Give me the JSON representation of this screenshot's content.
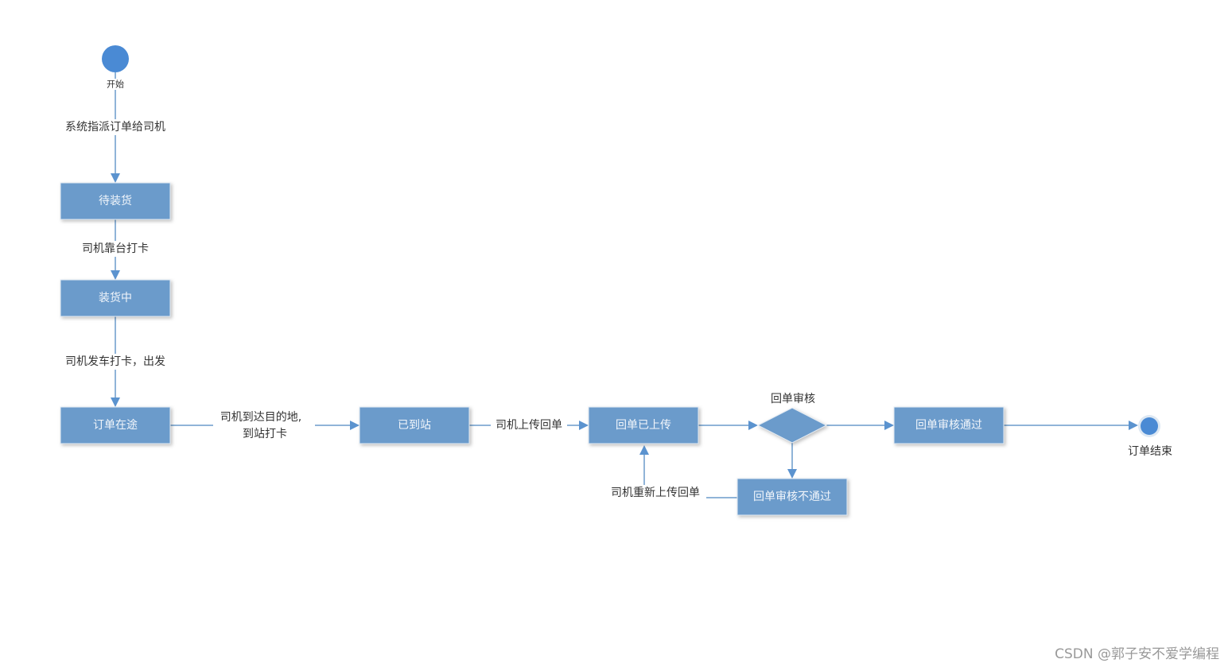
{
  "colors": {
    "node": "#6b9bcb",
    "circle": "#4a8ad4",
    "line": "#6b9bcb"
  },
  "start": {
    "label": "开始"
  },
  "end": {
    "label": "订单结束"
  },
  "states": {
    "pending_load": "待装货",
    "loading": "装货中",
    "in_transit": "订单在途",
    "arrived": "已到站",
    "receipt_uploaded": "回单已上传",
    "review_passed": "回单审核通过",
    "review_failed": "回单审核不通过"
  },
  "decision": {
    "label": "回单审核"
  },
  "transitions": {
    "assign": "系统指派订单给司机",
    "dock_checkin": "司机靠台打卡",
    "depart": "司机发车打卡，出发",
    "arrive_line1": "司机到达目的地,",
    "arrive_line2": "到站打卡",
    "upload": "司机上传回单",
    "reupload": "司机重新上传回单"
  },
  "watermark": "CSDN @郭子安不爱学编程"
}
